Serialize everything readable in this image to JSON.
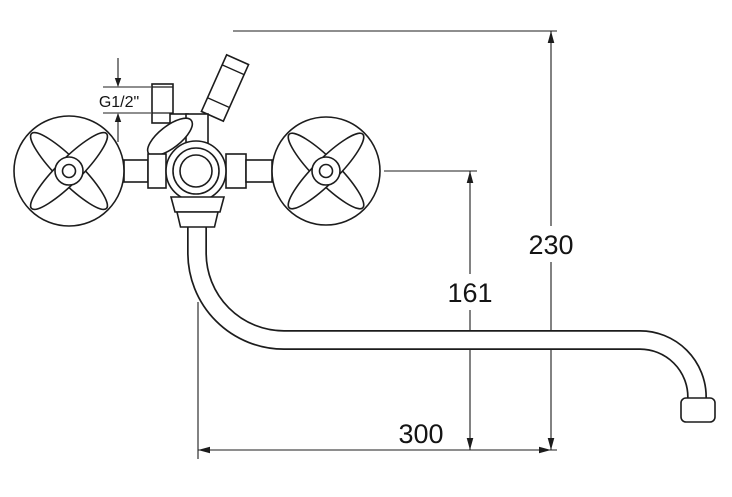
{
  "drawing": {
    "labels": {
      "thread": "G1/2\"",
      "dim_total_height": "230",
      "dim_spout_height": "161",
      "dim_reach": "300"
    },
    "colors": {
      "line": "#1c1c1c",
      "background": "#ffffff"
    }
  }
}
